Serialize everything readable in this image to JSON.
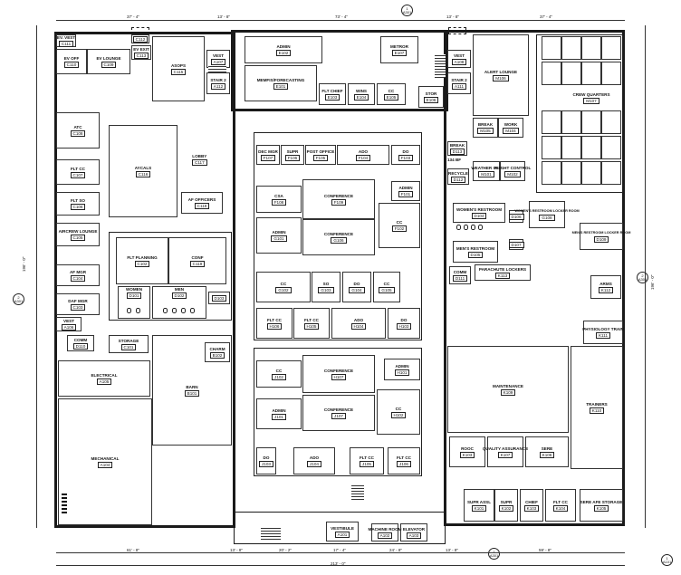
{
  "rooms": {
    "c111": {
      "name": "EV. VEST",
      "tag": "C111"
    },
    "c112": {
      "name": "",
      "tag": "C112"
    },
    "c113": {
      "name": "EV EXIT",
      "tag": "C113"
    },
    "c110": {
      "name": "EV OFF",
      "tag": "C110"
    },
    "c109": {
      "name": "EV LOUNGE",
      "tag": "C109"
    },
    "c115": {
      "name": "ASOPS",
      "tag": "C115"
    },
    "a107": {
      "name": "VEST",
      "tag": "A107"
    },
    "a112": {
      "name": "STAIR 2",
      "tag": "A112"
    },
    "e102": {
      "name": "ADMIN",
      "tag": "E102"
    },
    "e107": {
      "name": "METROR",
      "tag": "E107"
    },
    "e101": {
      "name": "MEMFIS/FORECASTING",
      "tag": "E101"
    },
    "e103": {
      "name": "FLT CHIEF",
      "tag": "E103"
    },
    "e104": {
      "name": "WINS",
      "tag": "E104"
    },
    "e105": {
      "name": "CC",
      "tag": "E105"
    },
    "e106": {
      "name": "STOR",
      "tag": "E106"
    },
    "a108": {
      "name": "VEST",
      "tag": "A108"
    },
    "a111": {
      "name": "STAIR 2",
      "tag": "A111"
    },
    "m106": {
      "name": "ALERT LOUNGE",
      "tag": "M106"
    },
    "m107": {
      "name": "CREW QUARTERS",
      "tag": "M107"
    },
    "m105": {
      "name": "BREAK",
      "tag": "M105"
    },
    "m104": {
      "name": "WORK",
      "tag": "M104"
    },
    "c108": {
      "name": "ATC",
      "tag": "C108"
    },
    "c107": {
      "name": "FLT CC",
      "tag": "C107"
    },
    "c106": {
      "name": "FLT SO",
      "tag": "C106"
    },
    "c105": {
      "name": "AIRCREW LOUNGE",
      "tag": "C105"
    },
    "c104": {
      "name": "AF MGR",
      "tag": "C104"
    },
    "c103": {
      "name": "DAF MGR",
      "tag": "C103"
    },
    "c116": {
      "name": "AYCALS",
      "tag": "C116"
    },
    "c117": {
      "name": "LOBBY",
      "tag": "C117"
    },
    "c118": {
      "name": "AF OFFICERS",
      "tag": "C118"
    },
    "c102": {
      "name": "FLT PLANNING",
      "tag": "C102"
    },
    "c119": {
      "name": "CONF",
      "tag": "C119"
    },
    "d101": {
      "name": "WOMEN",
      "tag": "D101"
    },
    "d102": {
      "name": "MEN",
      "tag": "D102"
    },
    "d103": {
      "name": "",
      "tag": "D103"
    },
    "a106": {
      "name": "VEST",
      "tag": "A106"
    },
    "f107": {
      "name": "DEC MGR",
      "tag": "F107"
    },
    "f106": {
      "name": "SUPR",
      "tag": "F106"
    },
    "f105": {
      "name": "POST OFFICE",
      "tag": "F105"
    },
    "f104": {
      "name": "ADO",
      "tag": "F104"
    },
    "f103": {
      "name": "DO",
      "tag": "F103"
    },
    "f108": {
      "name": "CSA",
      "tag": "F108"
    },
    "f109": {
      "name": "CONFERENCE",
      "tag": "F109"
    },
    "f101": {
      "name": "ADMIN",
      "tag": "F101"
    },
    "g101": {
      "name": "ADMIN",
      "tag": "G101"
    },
    "g106": {
      "name": "CONFERENCE",
      "tag": "G106"
    },
    "f102": {
      "name": "CC",
      "tag": "F102"
    },
    "g102": {
      "name": "CC",
      "tag": "G102"
    },
    "g103": {
      "name": "SO",
      "tag": "G103"
    },
    "g104": {
      "name": "DO",
      "tag": "G104"
    },
    "g105": {
      "name": "CC",
      "tag": "G105"
    },
    "h106": {
      "name": "FLT CC",
      "tag": "H106"
    },
    "h105": {
      "name": "FLT CC",
      "tag": "H105"
    },
    "h104": {
      "name": "ADO",
      "tag": "H104"
    },
    "h103": {
      "name": "DO",
      "tag": "H103"
    },
    "j102": {
      "name": "CC",
      "tag": "J102"
    },
    "h107": {
      "name": "CONFERENCE",
      "tag": "H107"
    },
    "h101": {
      "name": "ADMIN",
      "tag": "H101"
    },
    "j101": {
      "name": "ADMIN",
      "tag": "J101"
    },
    "j107": {
      "name": "CONFERENCE",
      "tag": "J107"
    },
    "h102": {
      "name": "CC",
      "tag": "H102"
    },
    "j103": {
      "name": "DO",
      "tag": "J103"
    },
    "j104": {
      "name": "ADO",
      "tag": "J104"
    },
    "j105": {
      "name": "FLT CC",
      "tag": "J105"
    },
    "j106": {
      "name": "FLT CC",
      "tag": "J106"
    },
    "d110": {
      "name": "COMM",
      "tag": "D110"
    },
    "c101": {
      "name": "STORAGE",
      "tag": "C101"
    },
    "b102": {
      "name": "CHARM",
      "tag": "B102"
    },
    "a105": {
      "name": "ELECTRICAL",
      "tag": "A105"
    },
    "b101": {
      "name": "BARN",
      "tag": "B101"
    },
    "a104": {
      "name": "MECHANICAL",
      "tag": "A104"
    },
    "a101": {
      "name": "VESTIBULE",
      "tag": "A101"
    },
    "a102": {
      "name": "MACHINE ROOM",
      "tag": "A102"
    },
    "a103": {
      "name": "ELEVATOR",
      "tag": "A103"
    },
    "d113": {
      "name": "BREAK",
      "tag": "D113"
    },
    "d112": {
      "name": "RECYCLE",
      "tag": "D112"
    },
    "m101": {
      "name": "WEATHER OFF",
      "tag": "M101"
    },
    "m102": {
      "name": "FLIGHT CONTROL",
      "tag": "M102"
    },
    "d104": {
      "name": "WOMEN'S RESTROOM",
      "tag": "D104"
    },
    "d105": {
      "name": "MEN'S RESTROOM",
      "tag": "D105"
    },
    "d106": {
      "name": "",
      "tag": "D106"
    },
    "d107": {
      "name": "",
      "tag": "D107"
    },
    "g108": {
      "name": "WOMEN'S RESTROOM LOCKER ROOM",
      "tag": "G108"
    },
    "d109": {
      "name": "MEN'S RESTROOM LOCKER ROOM",
      "tag": "D109"
    },
    "d111": {
      "name": "COMM",
      "tag": "D111"
    },
    "k113": {
      "name": "PARACHUTE LOCKERS",
      "tag": "K113"
    },
    "k112": {
      "name": "ARMS",
      "tag": "K112"
    },
    "k111": {
      "name": "PHYSIOLOGY TRAIN",
      "tag": "K111"
    },
    "k109": {
      "name": "MAINTENANCE",
      "tag": "K109"
    },
    "k110": {
      "name": "TRAINERS",
      "tag": "K110"
    },
    "k103": {
      "name": "ROOC",
      "tag": "K103"
    },
    "k107": {
      "name": "QUALITY ASSURANCE",
      "tag": "K107"
    },
    "k106": {
      "name": "SERE",
      "tag": "K106"
    },
    "k101": {
      "name": "SUPR ASSL",
      "tag": "K101"
    },
    "k102": {
      "name": "SUPR",
      "tag": "K102"
    },
    "k103b": {
      "name": "CHIEF",
      "tag": "K103"
    },
    "k104": {
      "name": "FLT CC",
      "tag": "K104"
    },
    "k105": {
      "name": "SERE AFE STORAGE",
      "tag": "K105"
    },
    "small134": {
      "name": "134 BF",
      "tag": ""
    }
  },
  "dimensions": {
    "top": [
      "37' - 4\"",
      "13' - 8\"",
      "73' - 4\"",
      "13' - 8\"",
      "37' - 4\""
    ],
    "bottom": [
      "61' - 8\"",
      "13' - 8\"",
      "20' - 2\"",
      "17' - 4\"",
      "24' - 8\"",
      "13' - 8\"",
      "59' - 8\""
    ],
    "overall": "213' - 0\"",
    "left_overall": "196' - 0\"",
    "right_overall": "196' - 0\""
  },
  "section_markers": {
    "top": {
      "num": "1",
      "sheet": "A301"
    },
    "left": {
      "num": "2",
      "sheet": "A301"
    },
    "right": {
      "num": "2",
      "sheet": "A301"
    },
    "bottom": {
      "num": "1",
      "sheet": "A301"
    },
    "corner": {
      "num": "1",
      "sheet": "A101"
    }
  }
}
